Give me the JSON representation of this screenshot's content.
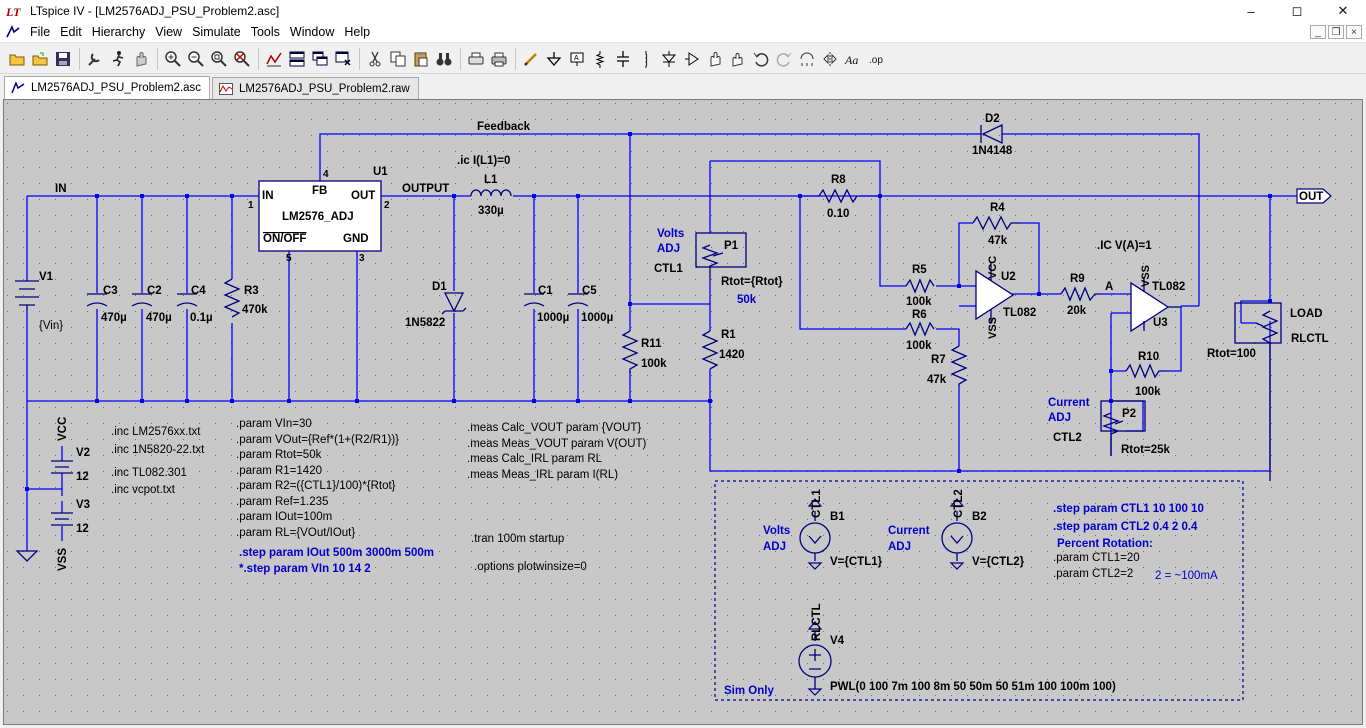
{
  "window": {
    "title": "LTspice IV - [LM2576ADJ_PSU_Problem2.asc]",
    "app_icon": "ltspice-logo-icon",
    "controls": [
      "minimize-icon",
      "maximize-icon",
      "close-icon"
    ]
  },
  "menu": [
    "File",
    "Edit",
    "Hierarchy",
    "View",
    "Simulate",
    "Tools",
    "Window",
    "Help"
  ],
  "tabs": [
    {
      "label": "LM2576ADJ_PSU_Problem2.asc",
      "icon": "schematic-icon",
      "active": true
    },
    {
      "label": "LM2576ADJ_PSU_Problem2.raw",
      "icon": "waveform-icon",
      "active": false
    }
  ],
  "colors": {
    "canvas": "#c8c8c8",
    "wire": "#0000ff",
    "component": "#000080",
    "label": "#000000",
    "blue_text": "#0000cc"
  },
  "toolbar": {
    "icons": [
      "open-folder-icon",
      "open-file-icon",
      "save-icon",
      "control-panel-icon",
      "run-icon",
      "halt-icon",
      "zoom-in-icon",
      "zoom-out-icon",
      "zoom-fit-icon",
      "zoom-cancel-icon",
      "autoscale-icon",
      "tile-horizontal-icon",
      "cascade-icon",
      "close-window-icon",
      "cut-icon",
      "copy-icon",
      "paste-icon",
      "find-icon",
      "print-setup-icon",
      "print-icon",
      "draw-wire-icon",
      "ground-icon",
      "label-net-icon",
      "resistor-icon",
      "capacitor-icon",
      "inductor-icon",
      "diode-icon",
      "component-icon",
      "move-icon",
      "drag-icon",
      "undo-icon",
      "redo-icon",
      "rotate-icon",
      "mirror-icon",
      "text-icon",
      "spice-directive-icon"
    ]
  },
  "schematic": {
    "nets": {
      "in": "IN",
      "output": "OUTPUT",
      "feedback": "Feedback",
      "out": "OUT",
      "a": "A",
      "vcc": "VCC",
      "vss": "VSS",
      "ctl1": "CTL1",
      "ctl2": "CTL2",
      "rlctl": "RLCTL"
    },
    "u1": {
      "ref": "U1",
      "part": "LM2576_ADJ",
      "pins": {
        "in": "IN",
        "fb": "FB",
        "out": "OUT",
        "onoff": "ON/OFF",
        "gnd": "GND"
      },
      "pin_numbers": {
        "p1": "1",
        "p2": "2",
        "p3": "3",
        "p4": "4",
        "p5": "5"
      }
    },
    "v1": {
      "ref": "V1",
      "value": "{Vin}"
    },
    "v2": {
      "ref": "V2",
      "value": "12"
    },
    "v3": {
      "ref": "V3",
      "value": "12"
    },
    "v4": {
      "ref": "V4",
      "value": "PWL(0 100 7m 100 8m 50 50m 50 51m 100 100m 100)"
    },
    "b1": {
      "ref": "B1",
      "value": "V={CTL1}"
    },
    "b2": {
      "ref": "B2",
      "value": "V={CTL2}"
    },
    "caps": [
      {
        "ref": "C3",
        "value": "470µ"
      },
      {
        "ref": "C2",
        "value": "470µ"
      },
      {
        "ref": "C4",
        "value": "0.1µ"
      },
      {
        "ref": "C1",
        "value": "1000µ"
      },
      {
        "ref": "C5",
        "value": "1000µ"
      }
    ],
    "r3": {
      "ref": "R3",
      "value": "470k"
    },
    "d1": {
      "ref": "D1",
      "value": "1N5822"
    },
    "d2": {
      "ref": "D2",
      "value": "1N4148"
    },
    "l1": {
      "ref": "L1",
      "value": "330µ",
      "ic": ".ic I(L1)=0"
    },
    "r8": {
      "ref": "R8",
      "value": "0.10"
    },
    "r4": {
      "ref": "R4",
      "value": "47k"
    },
    "r5": {
      "ref": "R5",
      "value": "100k"
    },
    "r6": {
      "ref": "R6",
      "value": "100k"
    },
    "r7": {
      "ref": "R7",
      "value": "47k"
    },
    "r9": {
      "ref": "R9",
      "value": "20k"
    },
    "r10": {
      "ref": "R10",
      "value": "100k"
    },
    "r11": {
      "ref": "R11",
      "value": "100k"
    },
    "r1": {
      "ref": "R1",
      "value": "1420"
    },
    "u2": {
      "ref": "U2",
      "part": "TL082"
    },
    "u3": {
      "ref": "U3",
      "part": "TL082"
    },
    "p1": {
      "ref": "P1",
      "ctl": "CTL1",
      "value": "Rtot={Rtot}",
      "value2": "50k",
      "caption1": "Volts",
      "caption2": "ADJ"
    },
    "p2": {
      "ref": "P2",
      "ctl": "CTL2",
      "value": "Rtot=25k",
      "caption1": "Current",
      "caption2": "ADJ"
    },
    "load": {
      "name": "LOAD",
      "ctl": "RLCTL",
      "value": "Rtot=100"
    },
    "ic_va": ".IC V(A)=1",
    "includes": [
      ".inc LM2576xx.txt",
      ".inc 1N5820-22.txt",
      ".inc TL082.301",
      ".inc vcpot.txt"
    ],
    "params": [
      ".param VIn=30",
      ".param VOut={Ref*(1+(R2/R1))}",
      ".param Rtot=50k",
      ".param R1=1420",
      ".param R2=({CTL1}/100)*{Rtot}",
      ".param Ref=1.235",
      ".param IOut=100m",
      ".param RL={VOut/IOut}"
    ],
    "steps_left": [
      ".step param IOut 500m 3000m 500m",
      "*.step param VIn 10 14 2"
    ],
    "meas": [
      ".meas Calc_VOUT param {VOUT}",
      ".meas Meas_VOUT param V(OUT)",
      ".meas Calc_IRL param RL",
      ".meas Meas_IRL param I(RL)"
    ],
    "tran": ".tran 100m startup",
    "options": ".options plotwinsize=0",
    "sim_box": {
      "label": "Sim Only",
      "volts_caption": [
        "Volts",
        "ADJ"
      ],
      "current_caption": [
        "Current",
        "ADJ"
      ],
      "steps": [
        ".step param CTL1 10 100 10",
        ".step param CTL2 0.4 2 0.4"
      ],
      "percent_title": "Percent Rotation:",
      "ctl1_param": ".param CTL1=20",
      "ctl2_param": ".param CTL2=2",
      "ctl2_note": "2 = ~100mA"
    }
  }
}
